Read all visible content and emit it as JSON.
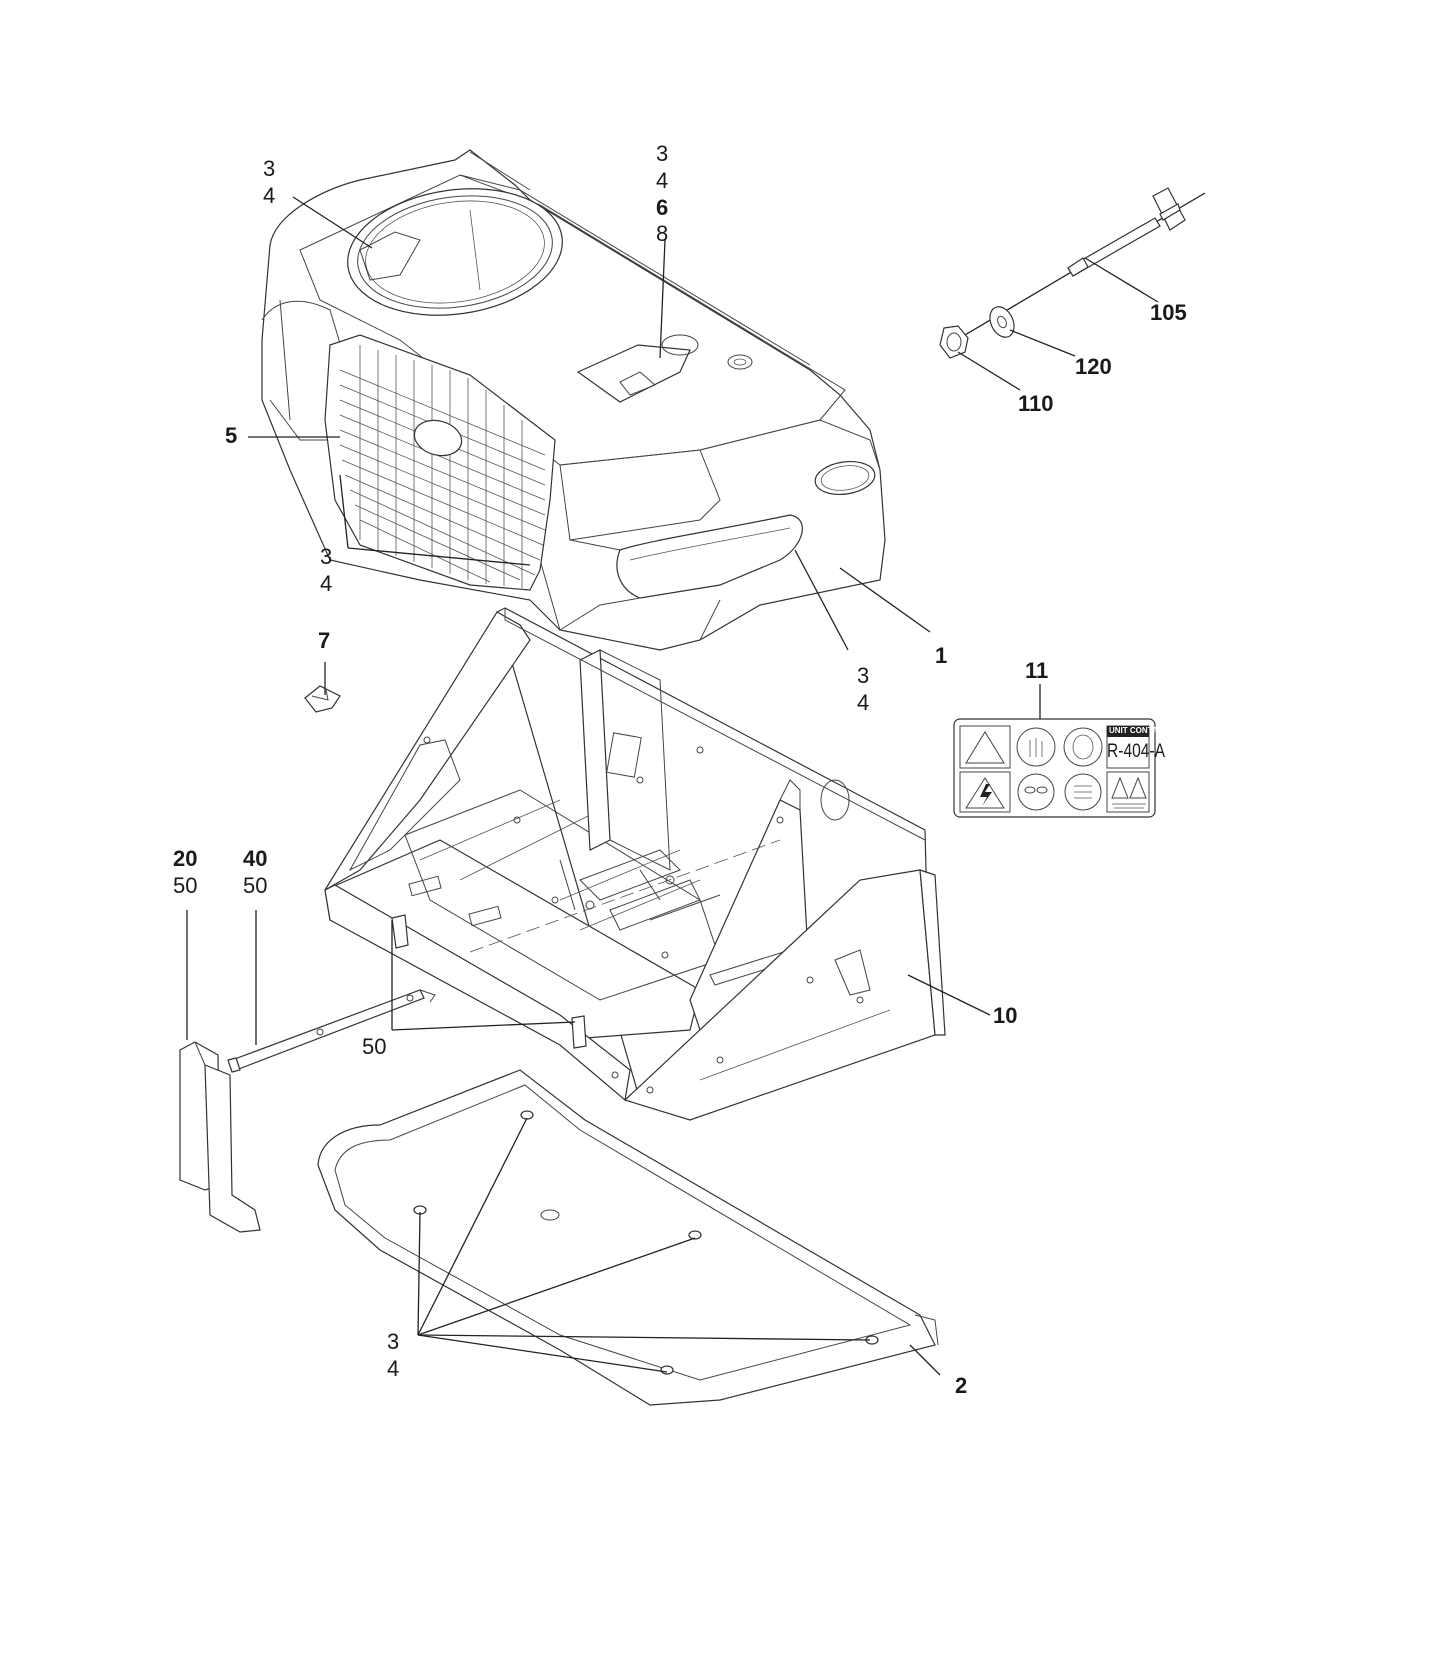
{
  "callouts": {
    "c34_topleft": [
      "3",
      "4"
    ],
    "c3468_top": [
      "3",
      "4",
      "6",
      "8"
    ],
    "c105": "105",
    "c120": "120",
    "c110": "110",
    "c5": "5",
    "c34_grille": [
      "3",
      "4"
    ],
    "c7": "7",
    "c34_side": [
      "3",
      "4"
    ],
    "c1": "1",
    "c11": "11",
    "c20_50": [
      "20",
      "50"
    ],
    "c40_50": [
      "40",
      "50"
    ],
    "c50": "50",
    "c10": "10",
    "c34_bottom": [
      "3",
      "4"
    ],
    "c2": "2"
  },
  "decal": {
    "header": "UNIT CONTAINS R",
    "refrigerant": "R-404-A"
  }
}
